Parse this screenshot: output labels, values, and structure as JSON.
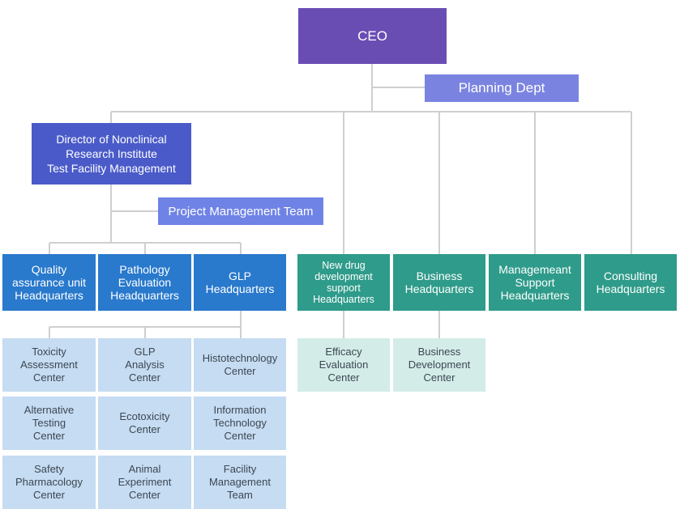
{
  "ceo": "CEO",
  "planning": "Planning Dept",
  "director": "Director of Nonclinical\nResearch Institute\nTest Facility Management",
  "project_team": "Project Management Team",
  "hq_left": [
    "Quality\nassurance unit\nHeadquarters",
    "Pathology\nEvaluation\nHeadquarters",
    "GLP\nHeadquarters"
  ],
  "hq_right": [
    "New drug\ndevelopment\nsupport\nHeadquarters",
    "Business\nHeadquarters",
    "Manageme​ant\nSupport\nHeadquarters",
    "Consulting\nHeadquarters"
  ],
  "centers_left": [
    [
      "Toxicity\nAssessment\nCenter",
      "Alternative\nTesting\nCenter",
      "Safety\nPharmacology\nCenter"
    ],
    [
      "GLP\nAnalysis\nCenter",
      "Ecotoxicity\nCenter",
      "Animal\nExperiment\nCenter"
    ],
    [
      "Histotechnology\nCenter",
      "Information\nTechnology\nCenter",
      "Facility\nManagement\nTeam"
    ]
  ],
  "centers_right": [
    "Efficacy\nEvaluation\nCenter",
    "Business\nDevelopment\nCenter"
  ],
  "colors": {
    "ceo": "#6a4db3",
    "planning": "#7a84e0",
    "director": "#4a5bc9",
    "project_team": "#6f83e6",
    "hq_blue": "#2979cc",
    "hq_teal": "#2f9b8a",
    "center_blue": "#c5dcf2",
    "center_teal": "#d3ece8",
    "connector": "#cfcfcf"
  }
}
